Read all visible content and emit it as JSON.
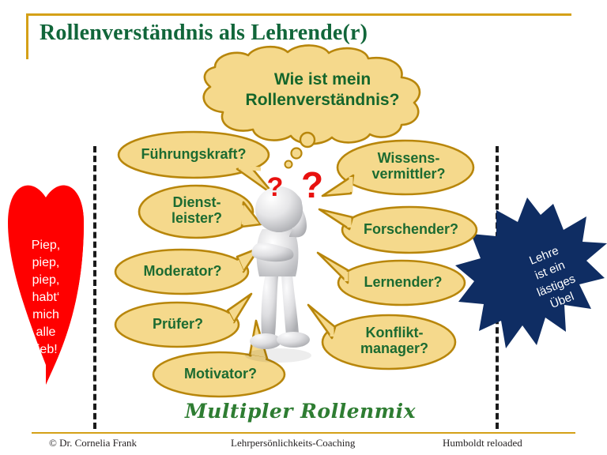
{
  "slide": {
    "title": "Rollenverständnis  als Lehrende(r)",
    "caption": "Multipler Rollenmix",
    "accent_gold": "#D4A017",
    "bubble_fill": "#F5D98C",
    "bubble_stroke": "#B8860B",
    "text_green": "#1C6B31",
    "heart_red": "#FF0000",
    "star_navy": "#0F2D63",
    "question_mark_red": "#E8110F"
  },
  "cloud": {
    "line1": "Wie ist mein",
    "line2": "Rollenverständnis?",
    "text": "Wie ist mein\nRollenverständnis?"
  },
  "question_marks": {
    "small": "?",
    "large": "?"
  },
  "heart": {
    "text": "Piep,\npiep,\npiep,\nhabt‘\nmich\nalle\nlieb!",
    "lines": [
      "Piep,",
      "piep,",
      "piep,",
      "habt‘",
      "mich",
      "alle",
      "lieb!"
    ]
  },
  "star": {
    "text": "Lehre\nist ein\nlästiges\nÜbel",
    "lines": [
      "Lehre",
      "ist ein",
      "lästiges",
      "Übel"
    ]
  },
  "bubbles_left": [
    {
      "id": "fuehrungskraft",
      "text": "Führungskraft?",
      "font_size": 18
    },
    {
      "id": "dienstleister",
      "text": "Dienst-\nleister?",
      "font_size": 18
    },
    {
      "id": "moderator",
      "text": "Moderator?",
      "font_size": 18
    },
    {
      "id": "pruefer",
      "text": "Prüfer?",
      "font_size": 18
    },
    {
      "id": "motivator",
      "text": "Motivator?",
      "font_size": 18
    }
  ],
  "bubbles_right": [
    {
      "id": "wissensvermittler",
      "text": "Wissens-\nvermittler?",
      "font_size": 18
    },
    {
      "id": "forschender",
      "text": "Forschender?",
      "font_size": 18
    },
    {
      "id": "lernender",
      "text": "Lernender?",
      "font_size": 18
    },
    {
      "id": "konfliktmanager",
      "text": "Konflikt-\nmanager?",
      "font_size": 18
    }
  ],
  "footer": {
    "left": "© Dr. Cornelia  Frank",
    "center": "Lehrpersönlichkeits-Coaching",
    "right": "Humboldt reloaded"
  },
  "figure": {
    "name": "thinking-person-figure"
  }
}
